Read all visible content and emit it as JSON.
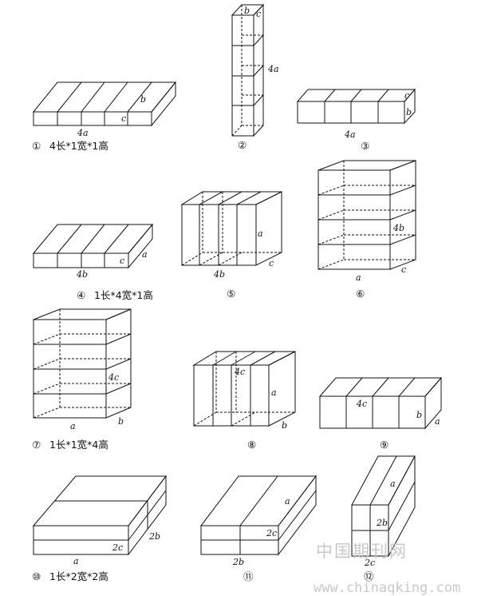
{
  "figures": [
    {
      "id": "1",
      "labels": {
        "len": "4a",
        "h": "c",
        "d": "b"
      },
      "caption": "4长*1宽*1高"
    },
    {
      "id": "2",
      "labels": {
        "top_b": "b",
        "top_c": "c",
        "len": "4a"
      }
    },
    {
      "id": "3",
      "labels": {
        "len": "4a",
        "c": "c",
        "b": "b"
      }
    },
    {
      "id": "4",
      "labels": {
        "len": "4b",
        "c": "c",
        "a": "a"
      },
      "caption": "1长*4宽*1高"
    },
    {
      "id": "5",
      "labels": {
        "a": "a",
        "len": "4b",
        "c": "c"
      }
    },
    {
      "id": "6",
      "labels": {
        "h": "4b",
        "a": "a",
        "c": "c"
      }
    },
    {
      "id": "7",
      "labels": {
        "h": "4c",
        "a": "a",
        "b": "b"
      },
      "caption": "1长*1宽*4高"
    },
    {
      "id": "8",
      "labels": {
        "top": "4c",
        "a": "a",
        "b": "b"
      }
    },
    {
      "id": "9",
      "labels": {
        "top": "4c",
        "b": "b",
        "a": "a"
      }
    },
    {
      "id": "10",
      "labels": {
        "twoc": "2c",
        "twob": "2b",
        "a": "a"
      },
      "caption": "1长*2宽*2高"
    },
    {
      "id": "11",
      "labels": {
        "a": "a",
        "twoc": "2c",
        "twob": "2b"
      }
    },
    {
      "id": "12",
      "labels": {
        "a": "a",
        "twob": "2b",
        "twoc": "2c"
      }
    }
  ],
  "markers": [
    "①",
    "②",
    "③",
    "④",
    "⑤",
    "⑥",
    "⑦",
    "⑧",
    "⑨",
    "⑩",
    "⑪",
    "⑫"
  ],
  "watermark": {
    "cn": "中国期刊网",
    "url": "www.chinaqking.com"
  }
}
